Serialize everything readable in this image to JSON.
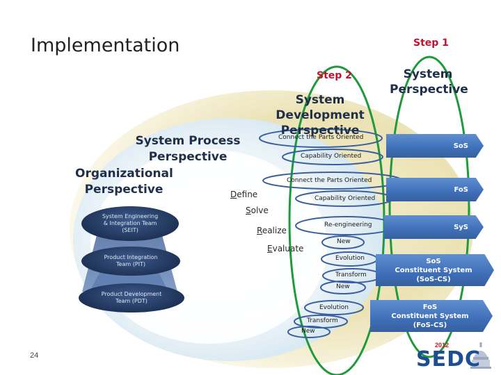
{
  "title": "Implementation",
  "steps": {
    "step1": "Step 1",
    "step2": "Step 2"
  },
  "perspectives": {
    "system_line1": "System",
    "system_line2": "Perspective",
    "development_line1": "System Development",
    "development_line2": "Perspective",
    "process_line1": "System Process",
    "process_line2": "Perspective",
    "organizational_line1": "Organizational",
    "organizational_line2": "Perspective"
  },
  "phases": {
    "define_initial": "D",
    "define_rest": "efine",
    "solve_initial": "S",
    "solve_rest": "olve",
    "realize_initial": "R",
    "realize_rest": "ealize",
    "evaluate_initial": "E",
    "evaluate_rest": "valuate"
  },
  "oval_labels": {
    "connect1": "Connect the Parts Oriented",
    "capability1": "Capability Oriented",
    "connect2": "Connect the Parts Oriented",
    "capability2": "Capability Oriented",
    "reengineering": "Re-engineering",
    "new1": "New",
    "evolution1": "Evolution",
    "transform1": "Transform",
    "new2": "New",
    "evolution2": "Evolution",
    "transform2": "Transform",
    "new3": "New"
  },
  "arrows": {
    "sos": "SoS",
    "fos": "FoS",
    "sys": "SyS",
    "sos_cs_line1": "SoS",
    "sos_cs_line2": "Constituent System",
    "sos_cs_line3": "(SoS-CS)",
    "fos_cs_line1": "FoS",
    "fos_cs_line2": "Constituent System",
    "fos_cs_line3": "(FoS-CS)"
  },
  "teams": {
    "seit_line1": "System Engineering",
    "seit_line2": "& Integration Team",
    "seit_line3": "(SEIT)",
    "pit_line1": "Product Integration",
    "pit_line2": "Team (PIT)",
    "pdt_line1": "Product Development",
    "pdt_line2": "Team (PDT)"
  },
  "page_number": "24",
  "logo": {
    "year": "2012",
    "name": "SEDC"
  },
  "colors": {
    "step": "#c8102e",
    "outline": "#1f9a3a",
    "oval_outline": "#3a5fa0",
    "arrow": "#3f6fb8"
  }
}
